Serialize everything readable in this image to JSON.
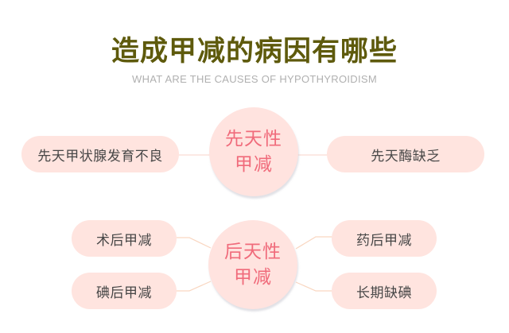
{
  "header": {
    "title": "造成甲减的病因有哪些",
    "subtitle": "WHAT ARE THE CAUSES OF HYPOTHYROIDISM"
  },
  "colors": {
    "title": "#5e5a0c",
    "subtitle": "#b0b0b0",
    "node_bg": "#ffe4df",
    "hub_text": "#f06b7b",
    "leaf_text": "#474747",
    "connector": "#f9d9c8"
  },
  "diagram": {
    "congenital": {
      "hub_line1": "先天性",
      "hub_line2": "甲减",
      "left": [
        "先天甲状腺发育不良"
      ],
      "right": [
        "先天酶缺乏"
      ]
    },
    "acquired": {
      "hub_line1": "后天性",
      "hub_line2": "甲减",
      "left": [
        "术后甲减",
        "碘后甲减"
      ],
      "right": [
        "药后甲减",
        "长期缺碘"
      ]
    }
  }
}
